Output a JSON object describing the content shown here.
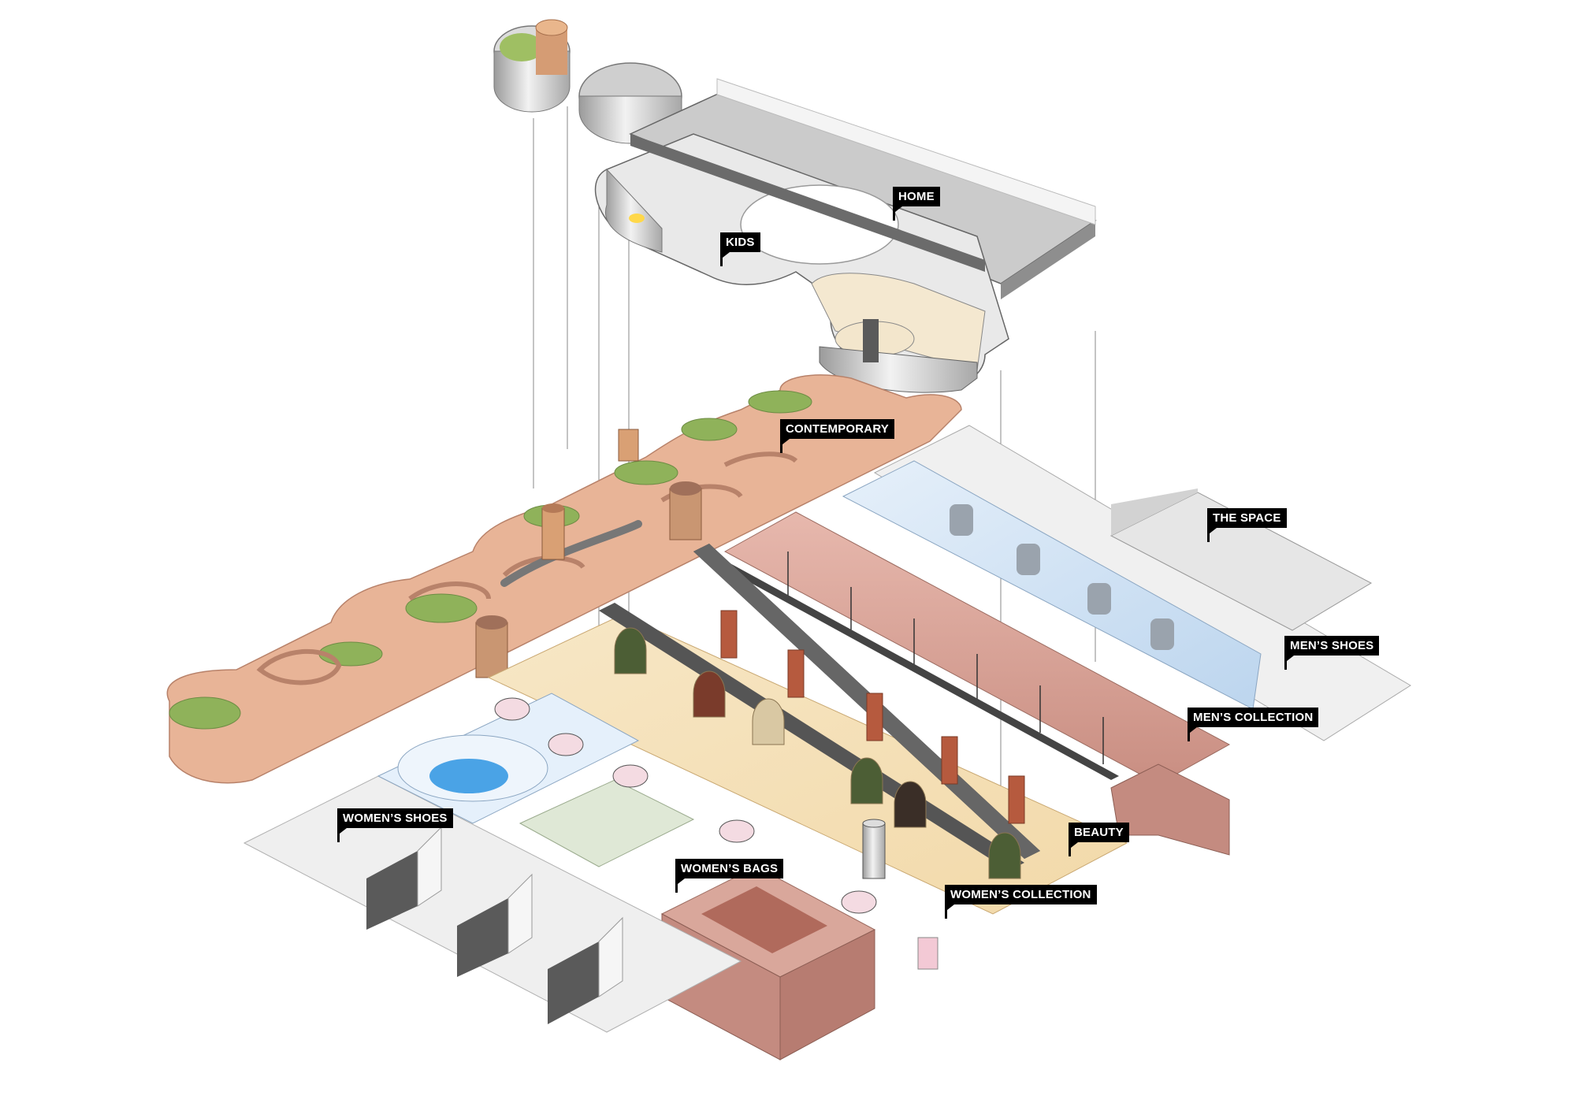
{
  "labels": {
    "home": "HOME",
    "kids": "KIDS",
    "contemporary": "CONTEMPORARY",
    "the_space": "THE SPACE",
    "mens_shoes": "MEN’S SHOES",
    "mens_collection": "MEN’S COLLECTION",
    "beauty": "BEAUTY",
    "womens_shoes": "WOMEN’S SHOES",
    "womens_bags": "WOMEN’S BAGS",
    "womens_collection": "WOMEN’S COLLECTION"
  },
  "colors": {
    "terracotta_floor": "#e8b497",
    "green_planter": "#8fb25a",
    "grey_floor": "#c9c9c9",
    "cream_floor": "#f6e3bd",
    "pink_room": "#d9a79b",
    "ice_blue": "#cfe1f2",
    "pool_blue": "#4aa3e6",
    "label_bg": "#000000",
    "label_text": "#ffffff"
  }
}
